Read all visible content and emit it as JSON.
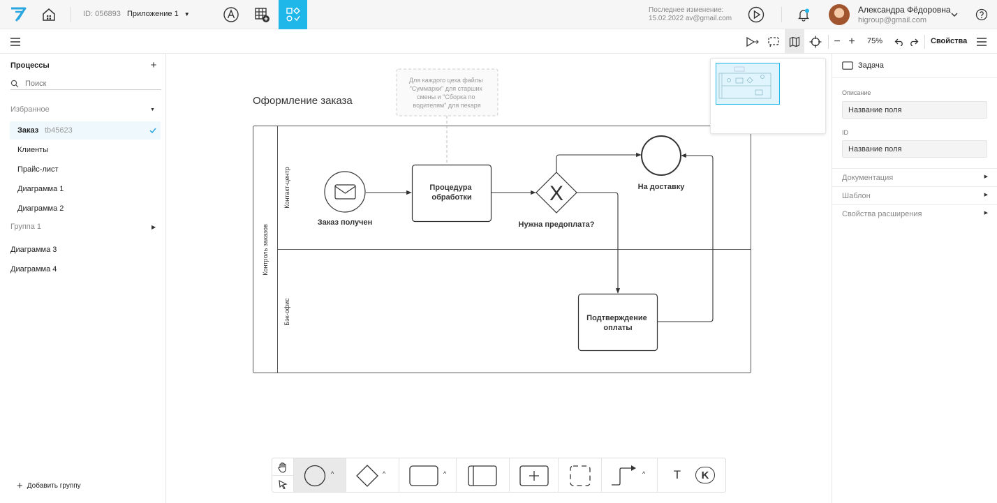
{
  "header": {
    "app_id": "ID: 056893",
    "app_name": "Приложение 1",
    "last_change_label": "Последнее изменение:",
    "last_change_value": "15.02.2022 av@gmail.com",
    "user_name": "Александра Фёдоровна",
    "user_email": "higroup@gmail.com"
  },
  "toolbar": {
    "zoom": "75%",
    "properties_label": "Свойства"
  },
  "sidebar": {
    "title": "Процессы",
    "search_placeholder": "Поиск",
    "favorites_label": "Избранное",
    "favorites": [
      {
        "label": "Заказ",
        "code": "tb45623"
      },
      {
        "label": "Клиенты"
      },
      {
        "label": "Прайс-лист"
      },
      {
        "label": "Диаграмма 1"
      },
      {
        "label": "Диаграмма 2"
      }
    ],
    "group_label": "Группа 1",
    "items": [
      "Диаграмма 3",
      "Диаграмма 4"
    ],
    "add_group": "Добавить группу"
  },
  "diagram": {
    "title": "Оформление заказа",
    "annotation": [
      "Для каждого цеха файлы",
      "\"Суммарки\" для старших",
      "смены и \"Сборка по",
      "водителям\" для пекаря"
    ],
    "pool_label": "Контроль заказов",
    "lane1_label": "Контакт-центр",
    "lane2_label": "Бэк-офис",
    "start_event_label": "Заказ получен",
    "task1_label": [
      "Процедура",
      "обработки"
    ],
    "gateway_label": "Нужна предоплата?",
    "end_event_label": "На доставку",
    "task2_label": [
      "Подтверждение",
      "оплаты"
    ]
  },
  "properties": {
    "element_type": "Задача",
    "description_label": "Описание",
    "description_value": "Название поля",
    "id_label": "ID",
    "id_value": "Название поля",
    "sections": [
      "Документация",
      "Шаблон",
      "Свойства расширения"
    ]
  },
  "palette": {
    "text_tool": "T",
    "k_tool": "K"
  },
  "colors": {
    "accent": "#1fb6ea",
    "logo": "#2aa7e0",
    "check": "#1fa3e0"
  }
}
